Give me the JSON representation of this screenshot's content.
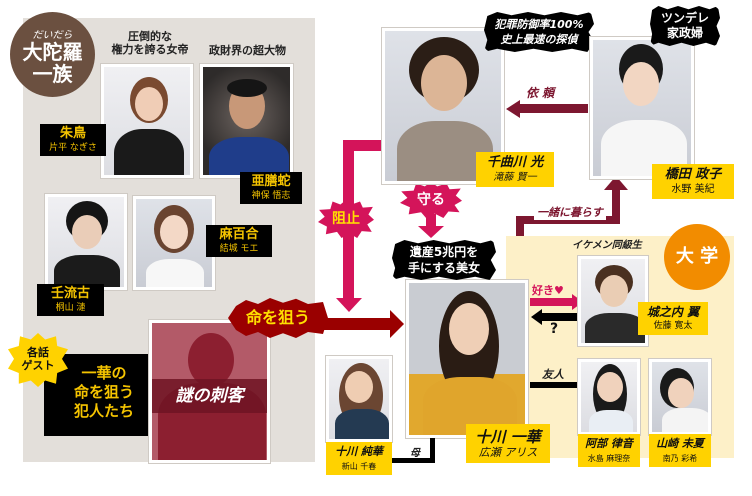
{
  "family_group": {
    "badge_kana": "だいだら",
    "badge_name_line1": "大陀羅",
    "badge_name_line2": "一族",
    "members": [
      {
        "caption_line1": "圧倒的な",
        "caption_line2": "権力を誇る女帝",
        "role": "朱鳥",
        "actor": "片平 なぎさ"
      },
      {
        "caption_line1": "政財界の超大物",
        "caption_line2": "",
        "role": "亜膳蛇",
        "actor": "神保 悟志"
      },
      {
        "role": "壬流古",
        "actor": "桐山 漣"
      },
      {
        "role": "麻百合",
        "actor": "結城 モエ"
      }
    ],
    "guest_badge_line1": "各話",
    "guest_badge_line2": "ゲスト",
    "guest_text_line1": "一華の",
    "guest_text_line2": "命を狙う",
    "guest_text_line3": "犯人たち",
    "assassin_label": "謎の刺客"
  },
  "main": {
    "detective": {
      "tagline1": "犯罪防御率100%",
      "tagline2": "史上最速の探偵",
      "role": "千曲川 光",
      "actor": "滝藤 賢一"
    },
    "housekeeper": {
      "tagline1": "ツンデレ",
      "tagline2": "家政婦",
      "role": "橋田 政子",
      "actor": "水野 美紀"
    },
    "heroine": {
      "tagline1": "遺産5兆円を",
      "tagline2": "手にする美女",
      "role": "十川 一華",
      "actor": "広瀬 アリス"
    },
    "mother": {
      "role": "十川 純華",
      "actor": "新山 千春"
    }
  },
  "relations": {
    "request": "依 頼",
    "protect": "守る",
    "stop": "阻止",
    "target_life": "命を狙う",
    "live_together": "一緒に暮らす",
    "likes": "好き",
    "heart": "♥",
    "question": "?",
    "friend": "友人",
    "mother": "母"
  },
  "university": {
    "badge": "大 学",
    "classmate_caption": "イケメン同級生",
    "members": [
      {
        "role": "城之内 翼",
        "actor": "佐藤 寛太"
      },
      {
        "role": "阿部 律音",
        "actor": "水島 麻理奈"
      },
      {
        "role": "山崎 未夏",
        "actor": "南乃 彩希"
      }
    ]
  },
  "colors": {
    "family_bg": "#e3dfda",
    "family_badge": "#6b5040",
    "maroon_arrow": "#7d1730",
    "pink_arrow": "#d4145a",
    "name_yellow": "#ffd200",
    "univ_bg": "#fdf0c8",
    "univ_badge": "#f28c00"
  }
}
